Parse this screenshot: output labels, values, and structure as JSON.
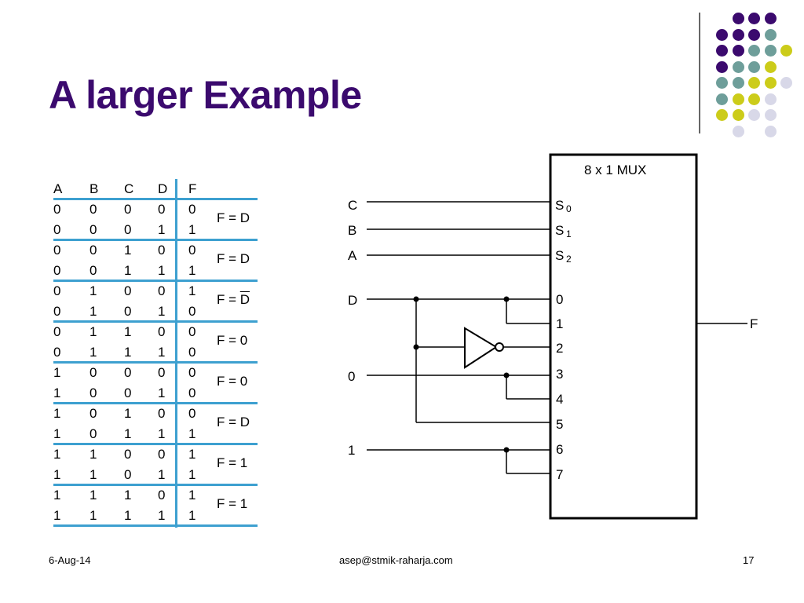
{
  "slide": {
    "title": "A larger Example"
  },
  "decoration": {
    "dots": [
      {
        "r": 0,
        "c": 1,
        "color": "#3b0a6e"
      },
      {
        "r": 0,
        "c": 2,
        "color": "#3b0a6e"
      },
      {
        "r": 0,
        "c": 3,
        "color": "#3b0a6e"
      },
      {
        "r": 1,
        "c": 0,
        "color": "#3b0a6e"
      },
      {
        "r": 1,
        "c": 1,
        "color": "#3b0a6e"
      },
      {
        "r": 1,
        "c": 2,
        "color": "#3b0a6e"
      },
      {
        "r": 1,
        "c": 3,
        "color": "#6e9e9a"
      },
      {
        "r": 2,
        "c": 0,
        "color": "#3b0a6e"
      },
      {
        "r": 2,
        "c": 1,
        "color": "#3b0a6e"
      },
      {
        "r": 2,
        "c": 2,
        "color": "#6e9e9a"
      },
      {
        "r": 2,
        "c": 3,
        "color": "#6e9e9a"
      },
      {
        "r": 2,
        "c": 4,
        "color": "#cccc1a"
      },
      {
        "r": 3,
        "c": 0,
        "color": "#3b0a6e"
      },
      {
        "r": 3,
        "c": 1,
        "color": "#6e9e9a"
      },
      {
        "r": 3,
        "c": 2,
        "color": "#6e9e9a"
      },
      {
        "r": 3,
        "c": 3,
        "color": "#cccc1a"
      },
      {
        "r": 4,
        "c": 0,
        "color": "#6e9e9a"
      },
      {
        "r": 4,
        "c": 1,
        "color": "#6e9e9a"
      },
      {
        "r": 4,
        "c": 2,
        "color": "#cccc1a"
      },
      {
        "r": 4,
        "c": 3,
        "color": "#cccc1a"
      },
      {
        "r": 4,
        "c": 4,
        "color": "#d8d8e8"
      },
      {
        "r": 5,
        "c": 0,
        "color": "#6e9e9a"
      },
      {
        "r": 5,
        "c": 1,
        "color": "#cccc1a"
      },
      {
        "r": 5,
        "c": 2,
        "color": "#cccc1a"
      },
      {
        "r": 5,
        "c": 3,
        "color": "#d8d8e8"
      },
      {
        "r": 6,
        "c": 0,
        "color": "#cccc1a"
      },
      {
        "r": 6,
        "c": 1,
        "color": "#cccc1a"
      },
      {
        "r": 6,
        "c": 2,
        "color": "#d8d8e8"
      },
      {
        "r": 6,
        "c": 3,
        "color": "#d8d8e8"
      },
      {
        "r": 7,
        "c": 1,
        "color": "#d8d8e8"
      },
      {
        "r": 7,
        "c": 3,
        "color": "#d8d8e8"
      }
    ]
  },
  "truth_table": {
    "headers": [
      "A",
      "B",
      "C",
      "D",
      "F"
    ],
    "rows": [
      [
        "0",
        "0",
        "0",
        "0",
        "0"
      ],
      [
        "0",
        "0",
        "0",
        "1",
        "1"
      ],
      [
        "0",
        "0",
        "1",
        "0",
        "0"
      ],
      [
        "0",
        "0",
        "1",
        "1",
        "1"
      ],
      [
        "0",
        "1",
        "0",
        "0",
        "1"
      ],
      [
        "0",
        "1",
        "0",
        "1",
        "0"
      ],
      [
        "0",
        "1",
        "1",
        "0",
        "0"
      ],
      [
        "0",
        "1",
        "1",
        "1",
        "0"
      ],
      [
        "1",
        "0",
        "0",
        "0",
        "0"
      ],
      [
        "1",
        "0",
        "0",
        "1",
        "0"
      ],
      [
        "1",
        "0",
        "1",
        "0",
        "0"
      ],
      [
        "1",
        "0",
        "1",
        "1",
        "1"
      ],
      [
        "1",
        "1",
        "0",
        "0",
        "1"
      ],
      [
        "1",
        "1",
        "0",
        "1",
        "1"
      ],
      [
        "1",
        "1",
        "1",
        "0",
        "1"
      ],
      [
        "1",
        "1",
        "1",
        "1",
        "1"
      ]
    ],
    "expressions": [
      {
        "text": "F = D",
        "overbar": false
      },
      {
        "text": "F = D",
        "overbar": false
      },
      {
        "text": "F = D",
        "overbar": true
      },
      {
        "text": "F = 0",
        "overbar": false
      },
      {
        "text": "F = 0",
        "overbar": false
      },
      {
        "text": "F = D",
        "overbar": false
      },
      {
        "text": "F = 1",
        "overbar": false
      },
      {
        "text": "F = 1",
        "overbar": false
      }
    ],
    "line_color": "#3da0d0"
  },
  "mux": {
    "title": "8 x 1 MUX",
    "select_inputs": [
      {
        "signal": "C",
        "pin": "S",
        "sub": "0"
      },
      {
        "signal": "B",
        "pin": "S",
        "sub": "1"
      },
      {
        "signal": "A",
        "pin": "S",
        "sub": "2"
      }
    ],
    "data_pins": [
      "0",
      "1",
      "2",
      "3",
      "4",
      "5",
      "6",
      "7"
    ],
    "source_labels": {
      "d": "D",
      "zero": "0",
      "one": "1"
    },
    "output_label": "F"
  },
  "footer": {
    "date": "6-Aug-14",
    "email": "asep@stmik-raharja.com",
    "page": "17"
  }
}
